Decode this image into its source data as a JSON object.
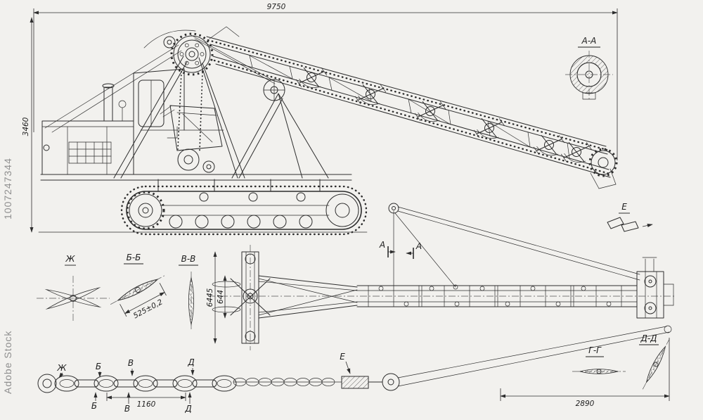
{
  "colors": {
    "paper": "#f2f1ee",
    "ink": "#2d2d2d",
    "watermark": "#8f8f8f"
  },
  "dims": {
    "overall_length": "9750",
    "overall_height": "3460",
    "rotor_width": "6445",
    "rotor_hub": "644",
    "link_length": "525±0,2",
    "chain_span": "1160",
    "tail_span": "2890"
  },
  "sections": {
    "aa": "А-А",
    "bb": "Б-Б",
    "vv": "В-В",
    "gg": "Г-Г",
    "dd": "Д-Д",
    "e": "Е",
    "zh": "Ж"
  },
  "cut_marks": {
    "a_left": "А",
    "a_right": "А",
    "zh_top": "Ж",
    "b_top": "Б",
    "v_top": "В",
    "d_top": "Д",
    "b_bottom": "Б",
    "v_bottom": "В",
    "d_bottom": "Д",
    "e_chain": "Е"
  },
  "watermark": {
    "number": "1007247344",
    "brand": "Adobe Stock"
  }
}
